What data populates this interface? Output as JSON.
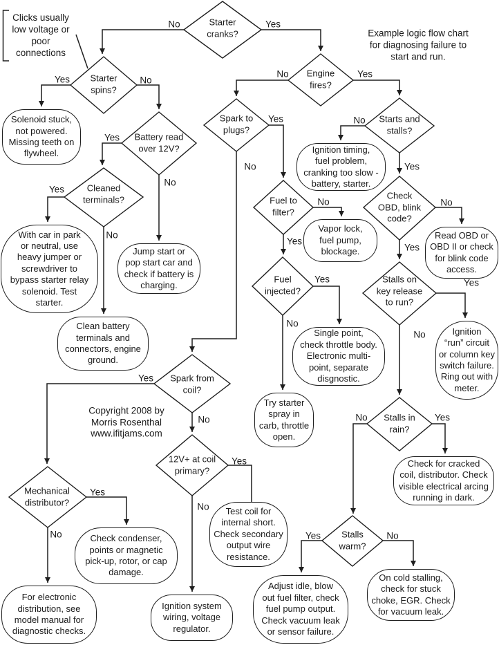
{
  "notes": {
    "clicks": "Clicks usually\nlow voltage or\npoor\nconnections",
    "title": "Example logic flow chart\nfor diagnosing failure to\nstart and run.",
    "copyright": "Copyright 2008 by\nMorris Rosenthal\nwww.ifitjams.com"
  },
  "colors": {
    "background": "#ffffff",
    "line": "#1f1f1f",
    "text": "#1b1b1b"
  },
  "nodes": {
    "starter_cranks": {
      "type": "decision",
      "text": "Starter\ncranks?"
    },
    "starter_spins": {
      "type": "decision",
      "text": "Starter\nspins?"
    },
    "battery_read": {
      "type": "decision",
      "text": "Battery read\nover 12V?"
    },
    "cleaned_terminals": {
      "type": "decision",
      "text": "Cleaned\nterminals?"
    },
    "engine_fires": {
      "type": "decision",
      "text": "Engine\nfires?"
    },
    "spark_to_plugs": {
      "type": "decision",
      "text": "Spark to\nplugs?"
    },
    "starts_and_stalls": {
      "type": "decision",
      "text": "Starts and\nstalls?"
    },
    "fuel_to_filter": {
      "type": "decision",
      "text": "Fuel to\nfilter?"
    },
    "check_obd": {
      "type": "decision",
      "text": "Check\nOBD, blink\ncode?"
    },
    "fuel_injected": {
      "type": "decision",
      "text": "Fuel\ninjected?"
    },
    "stalls_on_key": {
      "type": "decision",
      "text": "Stalls on\nkey release\nto run?"
    },
    "spark_from_coil": {
      "type": "decision",
      "text": "Spark from\ncoil?"
    },
    "twelve_v_coil": {
      "type": "decision",
      "text": "12V+ at coil\nprimary?"
    },
    "stalls_in_rain": {
      "type": "decision",
      "text": "Stalls in\nrain?"
    },
    "mechanical_distributor": {
      "type": "decision",
      "text": "Mechanical\ndistributor?"
    },
    "stalls_warm": {
      "type": "decision",
      "text": "Stalls\nwarm?"
    },
    "solenoid_stuck": {
      "type": "action",
      "text": "Solenoid stuck,\nnot powered.\nMissing teeth on\nflywheel."
    },
    "with_car_in_park": {
      "type": "action",
      "text": "With car in park\nor neutral, use\nheavy jumper or\nscrewdriver to\nbypass starter relay\nsolenoid. Test\nstarter."
    },
    "jump_start": {
      "type": "action",
      "text": "Jump start or\npop start car and\ncheck if battery is\ncharging."
    },
    "clean_battery": {
      "type": "action",
      "text": "Clean battery\nterminals and\nconnectors, engine\nground."
    },
    "ignition_timing": {
      "type": "action",
      "text": "Ignition timing,\nfuel problem,\ncranking too slow -\nbattery, starter."
    },
    "vapor_lock": {
      "type": "action",
      "text": "Vapor lock,\nfuel pump,\nblockage."
    },
    "read_obd": {
      "type": "action",
      "text": "Read OBD or\nOBD II or check\nfor blink code\naccess."
    },
    "single_point": {
      "type": "action",
      "text": "Single point,\ncheck throttle body.\nElectronic multi-\npoint, separate\ndisgnostic."
    },
    "ignition_run": {
      "type": "action",
      "text": "Ignition\n“run” circuit\nor column key\nswitch failure.\nRing out with\nmeter."
    },
    "try_starter_spray": {
      "type": "action",
      "text": "Try starter\nspray in\ncarb, throttle\nopen."
    },
    "check_cracked_coil": {
      "type": "action",
      "text": "Check for cracked\ncoil, distributor. Check\nvisible electrical arcing\nrunning in dark."
    },
    "test_coil": {
      "type": "action",
      "text": "Test coil for\ninternal short.\nCheck secondary\noutput wire\nresistance."
    },
    "check_condenser": {
      "type": "action",
      "text": "Check condenser,\npoints or magnetic\npick-up, rotor, or cap\ndamage."
    },
    "for_electronic": {
      "type": "action",
      "text": "For electronic\ndistribution, see\nmodel manual for\ndiagnostic checks."
    },
    "ignition_system": {
      "type": "action",
      "text": "Ignition system\nwiring, voltage\nregulator."
    },
    "adjust_idle": {
      "type": "action",
      "text": "Adjust idle, blow\nout fuel filter, check\nfuel pump output.\nCheck vacuum leak\nor sensor failure."
    },
    "on_cold_stalling": {
      "type": "action",
      "text": "On cold stalling,\ncheck for stuck\nchoke, EGR. Check\nfor vacuum leak."
    }
  },
  "edges": [
    {
      "from": "starter_cranks",
      "to": "starter_spins",
      "label": "No"
    },
    {
      "from": "starter_cranks",
      "to": "engine_fires",
      "label": "Yes"
    },
    {
      "from": "starter_spins",
      "to": "solenoid_stuck",
      "label": "Yes"
    },
    {
      "from": "starter_spins",
      "to": "battery_read",
      "label": "No"
    },
    {
      "from": "battery_read",
      "to": "cleaned_terminals",
      "label": "Yes"
    },
    {
      "from": "battery_read",
      "to": "jump_start",
      "label": "No"
    },
    {
      "from": "cleaned_terminals",
      "to": "with_car_in_park",
      "label": "Yes"
    },
    {
      "from": "cleaned_terminals",
      "to": "clean_battery",
      "label": "No"
    },
    {
      "from": "engine_fires",
      "to": "spark_to_plugs",
      "label": "No"
    },
    {
      "from": "engine_fires",
      "to": "starts_and_stalls",
      "label": "Yes"
    },
    {
      "from": "spark_to_plugs",
      "to": "fuel_to_filter",
      "label": "Yes"
    },
    {
      "from": "spark_to_plugs",
      "to": "spark_from_coil",
      "label": "No"
    },
    {
      "from": "starts_and_stalls",
      "to": "ignition_timing",
      "label": "No"
    },
    {
      "from": "starts_and_stalls",
      "to": "check_obd",
      "label": "Yes"
    },
    {
      "from": "check_obd",
      "to": "read_obd",
      "label": "No"
    },
    {
      "from": "check_obd",
      "to": "stalls_on_key",
      "label": "Yes"
    },
    {
      "from": "stalls_on_key",
      "to": "ignition_run",
      "label": "Yes"
    },
    {
      "from": "stalls_on_key",
      "to": "stalls_in_rain",
      "label": "No"
    },
    {
      "from": "fuel_to_filter",
      "to": "vapor_lock",
      "label": "No"
    },
    {
      "from": "fuel_to_filter",
      "to": "fuel_injected",
      "label": "Yes"
    },
    {
      "from": "fuel_injected",
      "to": "single_point",
      "label": "Yes"
    },
    {
      "from": "fuel_injected",
      "to": "try_starter_spray",
      "label": "No"
    },
    {
      "from": "spark_from_coil",
      "to": "mechanical_distributor",
      "label": "Yes"
    },
    {
      "from": "spark_from_coil",
      "to": "twelve_v_coil",
      "label": "No"
    },
    {
      "from": "twelve_v_coil",
      "to": "test_coil",
      "label": "Yes"
    },
    {
      "from": "twelve_v_coil",
      "to": "ignition_system",
      "label": "No"
    },
    {
      "from": "mechanical_distributor",
      "to": "check_condenser",
      "label": "Yes"
    },
    {
      "from": "mechanical_distributor",
      "to": "for_electronic",
      "label": "No"
    },
    {
      "from": "stalls_in_rain",
      "to": "check_cracked_coil",
      "label": "Yes"
    },
    {
      "from": "stalls_in_rain",
      "to": "stalls_warm",
      "label": "No"
    },
    {
      "from": "stalls_warm",
      "to": "adjust_idle",
      "label": "Yes"
    },
    {
      "from": "stalls_warm",
      "to": "on_cold_stalling",
      "label": "No"
    }
  ]
}
